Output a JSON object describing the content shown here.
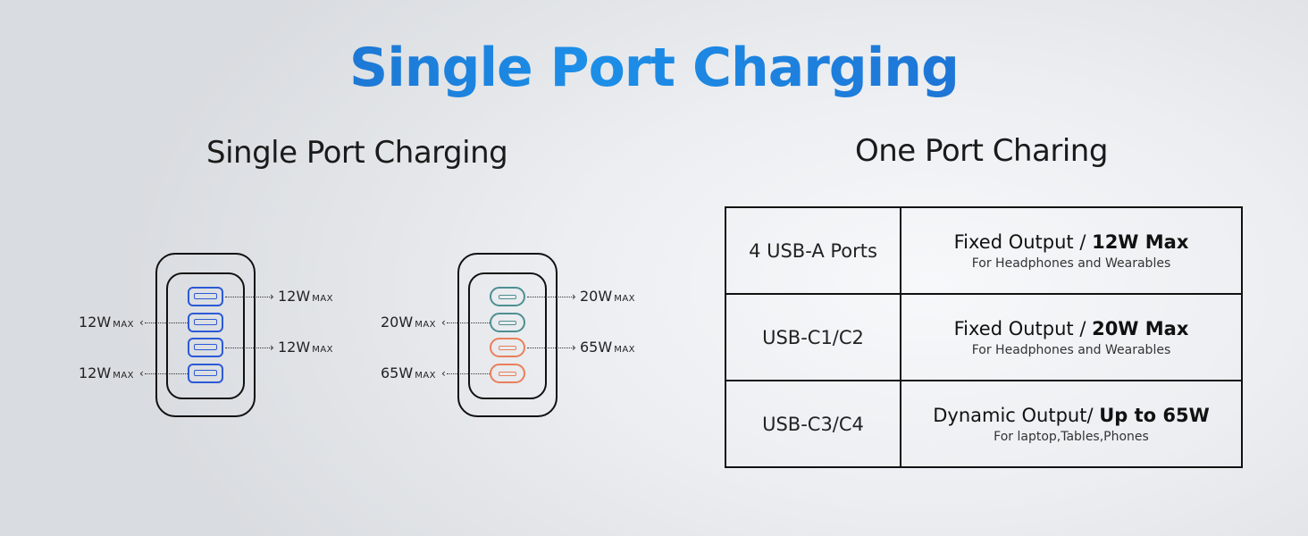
{
  "main_title": "Single Port Charging",
  "left_section": {
    "title": "Single Port Charging",
    "max_label": "MAX",
    "chargers": [
      {
        "name": "usb-a-charger",
        "ports": [
          {
            "type": "usb-a",
            "color": "#2c5ad6",
            "label": "12W",
            "side": "right"
          },
          {
            "type": "usb-a",
            "color": "#2c5ad6",
            "label": "12W",
            "side": "left"
          },
          {
            "type": "usb-a",
            "color": "#2c5ad6",
            "label": "12W",
            "side": "right"
          },
          {
            "type": "usb-a",
            "color": "#2c5ad6",
            "label": "12W",
            "side": "left"
          }
        ]
      },
      {
        "name": "usb-c-charger",
        "ports": [
          {
            "type": "usb-c",
            "color": "#4d8f92",
            "label": "20W",
            "side": "right"
          },
          {
            "type": "usb-c",
            "color": "#4d8f92",
            "label": "20W",
            "side": "left"
          },
          {
            "type": "usb-c",
            "color": "#ea7f5a",
            "label": "65W",
            "side": "right"
          },
          {
            "type": "usb-c",
            "color": "#ea7f5a",
            "label": "65W",
            "side": "left"
          }
        ]
      }
    ]
  },
  "right_section": {
    "title": "One Port Charing",
    "rows": [
      {
        "port": "4 USB-A Ports",
        "output_prefix": "Fixed Output / ",
        "output_bold": "12W Max",
        "use": "For Headphones and Wearables"
      },
      {
        "port": "USB-C1/C2",
        "output_prefix": "Fixed Output / ",
        "output_bold": "20W Max",
        "use": "For Headphones and Wearables"
      },
      {
        "port": "USB-C3/C4",
        "output_prefix": "Dynamic Output/ ",
        "output_bold": "Up to 65W",
        "use": "For laptop,Tables,Phones"
      }
    ]
  },
  "colors": {
    "title_gradient_start": "#1e56b8",
    "title_gradient_mid": "#1c8fe8",
    "usb_a_port": "#2c5ad6",
    "usb_c_20w_port": "#4d8f92",
    "usb_c_65w_port": "#ea7f5a"
  }
}
